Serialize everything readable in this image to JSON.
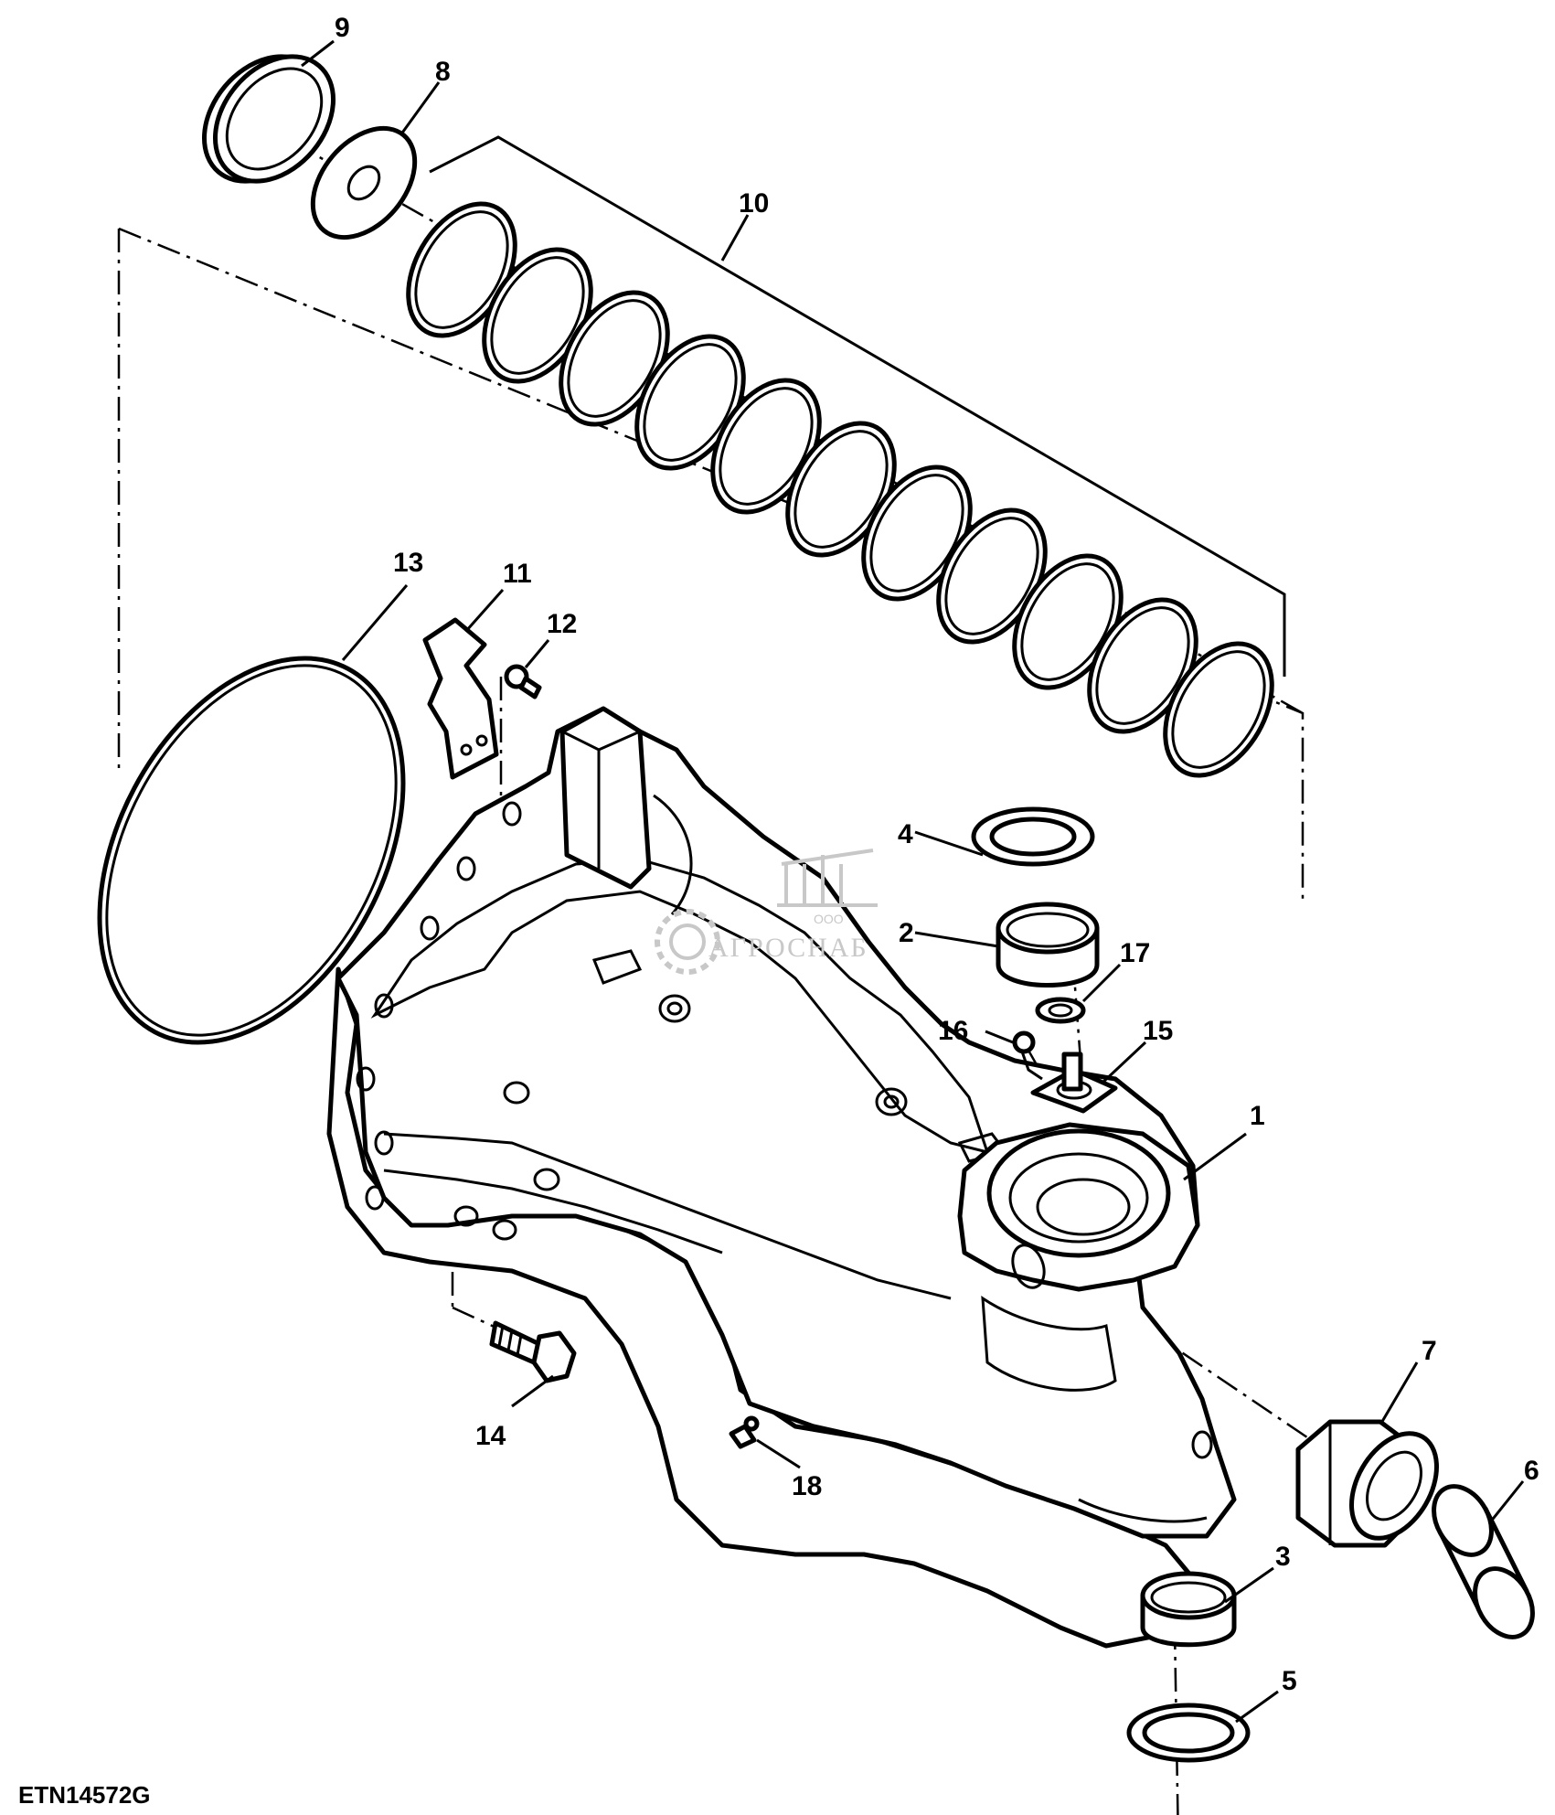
{
  "figure_code": "ETN14572G",
  "watermark": {
    "small": "ООО",
    "main": "АГРОСНАБ"
  },
  "callouts": [
    "1",
    "2",
    "3",
    "4",
    "5",
    "6",
    "7",
    "8",
    "9",
    "10",
    "11",
    "12",
    "13",
    "14",
    "15",
    "16",
    "17",
    "18"
  ],
  "colors": {
    "ink": "#000000",
    "paper": "#ffffff",
    "watermark": "#c8c8c8"
  }
}
